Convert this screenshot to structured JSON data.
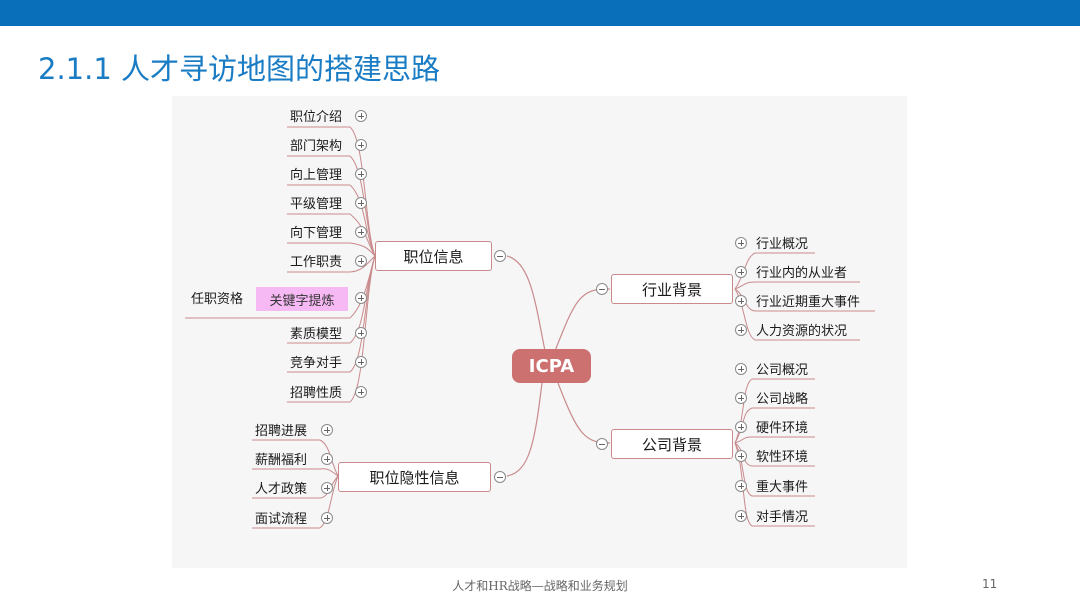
{
  "slide": {
    "title": "2.1.1 人才寻访地图的搭建思路",
    "footer": "人才和HR战略—战略和业务规划",
    "page_number": "11"
  },
  "mindmap": {
    "center": "ICPA",
    "branches": {
      "position_info": {
        "label": "职位信息",
        "children": [
          "职位介绍",
          "部门架构",
          "向上管理",
          "平级管理",
          "向下管理",
          "工作职责",
          "任职资格",
          "素质模型",
          "竞争对手",
          "招聘性质"
        ]
      },
      "hidden_info": {
        "label": "职位隐性信息",
        "children": [
          "招聘进展",
          "薪酬福利",
          "人才政策",
          "面试流程"
        ]
      },
      "industry": {
        "label": "行业背景",
        "children": [
          "行业概况",
          "行业内的从业者",
          "行业近期重大事件",
          "人力资源的状况"
        ]
      },
      "company": {
        "label": "公司背景",
        "children": [
          "公司概况",
          "公司战略",
          "硬件环境",
          "软性环境",
          "重大事件",
          "对手情况"
        ]
      }
    },
    "keyword_note": "关键字提炼"
  },
  "colors": {
    "top_bar": "#0a6fba",
    "title": "#1a7cc4",
    "center_node": "#cd7070",
    "branch_border": "#c98a8c",
    "keyword_highlight": "#f6b9f4"
  }
}
